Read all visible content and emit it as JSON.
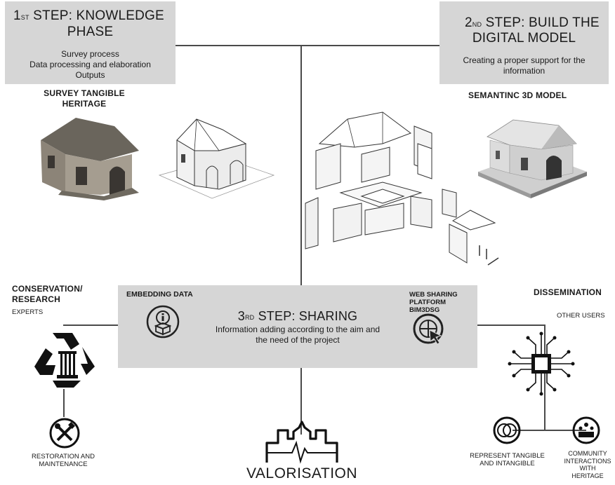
{
  "step1": {
    "title_prefix": "1",
    "title_sup": "ST",
    "title_line1": " STEP:  KNOWLEDGE",
    "title_line2": "PHASE",
    "bullets": [
      "Survey process",
      "Data processing and elaboration",
      "Outputs"
    ]
  },
  "step2": {
    "title_prefix": "2",
    "title_sup": "ND",
    "title_line1": " STEP:  BUILD THE",
    "title_line2": "DIGITAL MODEL",
    "desc_line1": "Creating a proper support for the",
    "desc_line2": "information"
  },
  "step3": {
    "title_prefix": "3",
    "title_sup": "RD",
    "title_rest": " STEP: SHARING",
    "desc_line1": "Information adding according to the aim and",
    "desc_line2": "the need of the project",
    "embed_label": "EMBEDDING DATA",
    "web_line1": "WEB SHARING",
    "web_line2": "PLATFORM BIM3DSG"
  },
  "labels": {
    "survey_line1": "SURVEY TANGIBLE",
    "survey_line2": "HERITAGE",
    "semantic": "SEMANTINC 3D MODEL",
    "conservation_line1": "CONSERVATION/",
    "conservation_line2": "RESEARCH",
    "experts": "EXPERTS",
    "dissemination": "DISSEMINATION",
    "other_users": "OTHER USERS",
    "restoration_line1": "RESTORATION AND",
    "restoration_line2": "MAINTENANCE",
    "represent_line1": "REPRESENT TANGIBLE",
    "represent_line2": "AND INTANGIBLE",
    "community_line1": "COMMUNITY",
    "community_line2": "INTERACTIONS",
    "community_line3": "WITH",
    "community_line4": "HERITAGE",
    "valorisation": "VALORISATION"
  },
  "icons": [
    "info-box-icon",
    "globe-cursor-icon",
    "recycle-column-icon",
    "tools-icon",
    "chip-icon",
    "tangible-intangible-icon",
    "community-icon",
    "cathedral-heartbeat-icon"
  ],
  "colors": {
    "box": "#d6d6d6",
    "line": "#4a4a4a",
    "text": "#1a1a1a"
  }
}
